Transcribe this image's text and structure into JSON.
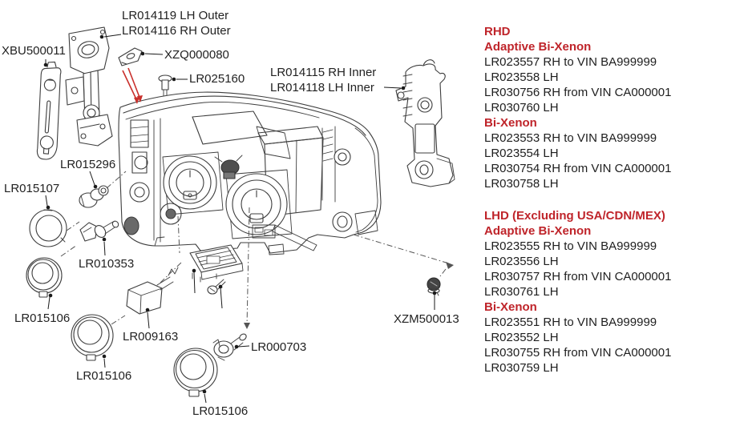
{
  "colors": {
    "accent_red": "#bf242a",
    "text_black": "#1e1e1e",
    "drawing_line": "#3d3d3d",
    "red_indicator_line": "#c9302c"
  },
  "callouts": {
    "outer_bracket": {
      "line1": "LR014119 LH Outer",
      "line2": "LR014116 RH Outer"
    },
    "inner_bracket": {
      "line1": "LR014115 RH Inner",
      "line2": "LR014118 LH Inner"
    },
    "xbu500011": "XBU500011",
    "xzq000080": "XZQ000080",
    "lr025160": "LR025160",
    "lr015296": "LR015296",
    "lr015107": "LR015107",
    "lr010353": "LR010353",
    "lr015106_top": "LR015106",
    "lr009163": "LR009163",
    "lr000703": "LR000703",
    "lr015106_mid": "LR015106",
    "lr015106_bottom": "LR015106",
    "xzm500013": "XZM500013"
  },
  "panel": {
    "sections": [
      {
        "title": "RHD",
        "groups": [
          {
            "title": "Adaptive Bi-Xenon",
            "lines": [
              "LR023557 RH to VIN BA999999",
              "LR023558 LH",
              "LR030756 RH from VIN CA000001",
              "LR030760 LH"
            ]
          },
          {
            "title": "Bi-Xenon",
            "lines": [
              "LR023553 RH to VIN BA999999",
              "LR023554 LH",
              "LR030754 RH from VIN CA000001",
              "LR030758 LH"
            ]
          }
        ]
      },
      {
        "title": "LHD (Excluding USA/CDN/MEX)",
        "groups": [
          {
            "title": "Adaptive Bi-Xenon",
            "lines": [
              "LR023555 RH to VIN BA999999",
              "LR023556 LH",
              "LR030757 RH from VIN CA000001",
              "LR030761 LH"
            ]
          },
          {
            "title": "Bi-Xenon",
            "lines": [
              "LR023551 RH to VIN BA999999",
              "LR023552 LH",
              "LR030755 RH from VIN CA000001",
              "LR030759 LH"
            ]
          }
        ]
      }
    ]
  }
}
